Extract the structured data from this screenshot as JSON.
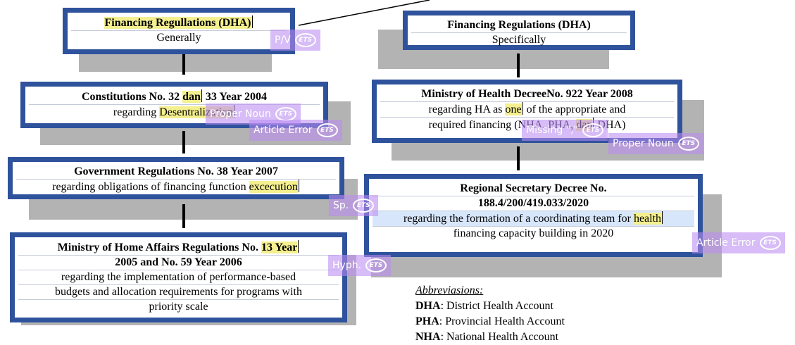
{
  "boxes": {
    "b1": {
      "line1_hl": "Financing Regullations (DHA)",
      "line2": "Generally"
    },
    "b2": {
      "line1_pre": "Constitutions No. 32 ",
      "line1_hl": "dan",
      "line1_post": " 33 Year 2004",
      "line2_pre": "regarding ",
      "line2_hl": "Desentralization"
    },
    "b3": {
      "line1": "Government Regulations No. 38 Year 2007",
      "line2_pre": "regarding obligations of financing function ",
      "line2_hl": "excecution"
    },
    "b4": {
      "line1_pre": "Ministry of Home Affairs Regulations No. ",
      "line1_hl": "13 Year",
      "line2": "2005 and No. 59 Year 2006",
      "line3": "regarding the implementation of performance-based",
      "line4": "budgets and allocation requirements for programs with",
      "line5": "priority scale"
    },
    "b5": {
      "line1": "Financing Regulations (DHA)",
      "line2": "Specifically"
    },
    "b6": {
      "line1": "Ministry of Health DecreeNo. 922 Year 2008",
      "line2_pre": "regarding HA as ",
      "line2_hl": "one",
      "line2_post": " of the appropriate and",
      "line3_pre": "required financing (NHA, PHA, ",
      "line3_hl": "dan",
      "line3_post": " DHA)"
    },
    "b7": {
      "line1": "Regional Secretary Decree No.",
      "line2": "188.4/200/419.033/2020",
      "line3_pre": "regarding the formation of a coordinating team for ",
      "line3_hl": "health",
      "line4": "financing capacity building in 2020"
    }
  },
  "tags": [
    {
      "label": "P/V",
      "logo": "ETS"
    },
    {
      "label": "Proper Noun",
      "logo": "ETS"
    },
    {
      "label": "Article Error",
      "logo": "ETS"
    },
    {
      "label": "Sp.",
      "logo": "ETS"
    },
    {
      "label": "Hyph.",
      "logo": "ETS"
    },
    {
      "label": "Missing \",\"",
      "logo": "ETS"
    },
    {
      "label": "Proper Noun",
      "logo": "ETS"
    },
    {
      "label": "Article Error",
      "logo": "ETS"
    }
  ],
  "abbreviations": {
    "title": "Abbreviasions:",
    "items": [
      {
        "abbr": "DHA",
        "desc": ": District Health Account"
      },
      {
        "abbr": "PHA",
        "desc": ": Provincial Health Account"
      },
      {
        "abbr": "NHA",
        "desc": ": National Health Account"
      }
    ]
  }
}
